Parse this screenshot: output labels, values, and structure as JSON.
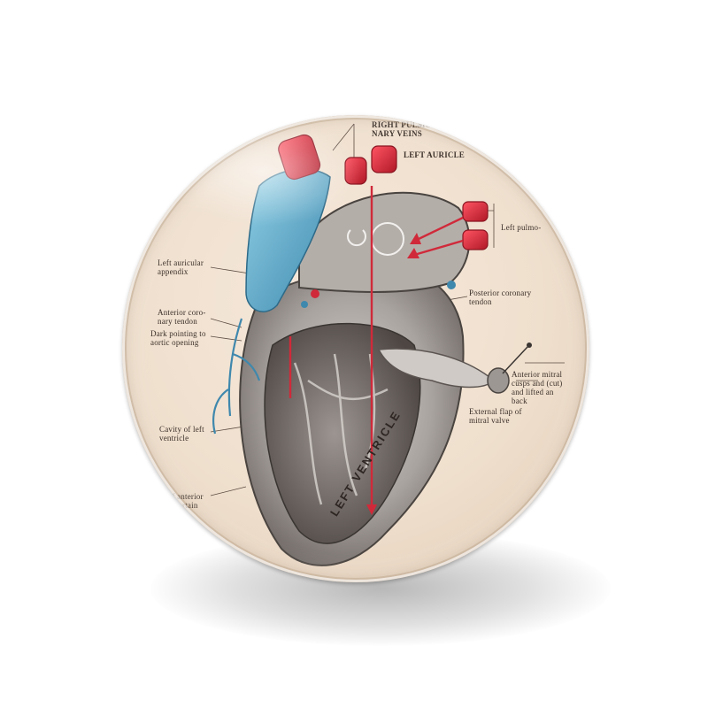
{
  "labels": {
    "right_pulmonary_veins": "RIGHT PULMO-\nNARY VEINS",
    "left_auricle": "LEFT AURICLE",
    "left_pulmonary": "Left pulmo-",
    "left_auricular_appendix": "Left auricular\nappendix",
    "anterior_coronary_tendon": "Anterior coro-\nnary tendon",
    "posterior_coronary_tendon": "Posterior coronary\ntendon",
    "dark_pointing": "Dark pointing to\naortic opening",
    "anterior_mitral": "Anterior mitral\ncusps and (cut)\nand lifted an\nback",
    "cavity_left_ventricle": "Cavity of left\nventricle",
    "external_flap": "External flap of\nmitral valve",
    "part_of_anterior": "Part of anterior\nmitral curtain",
    "left_ventricle": "LEFT VENTRICLE"
  },
  "colors": {
    "parchment": "#efdfcd",
    "tissue": "#b9b4b0",
    "artery_red": "#d02a3a",
    "vein_blue": "#5fa8c8",
    "ink": "#3a2f28"
  },
  "icons": [
    "heart-illustration",
    "glass-gloss-highlight"
  ]
}
